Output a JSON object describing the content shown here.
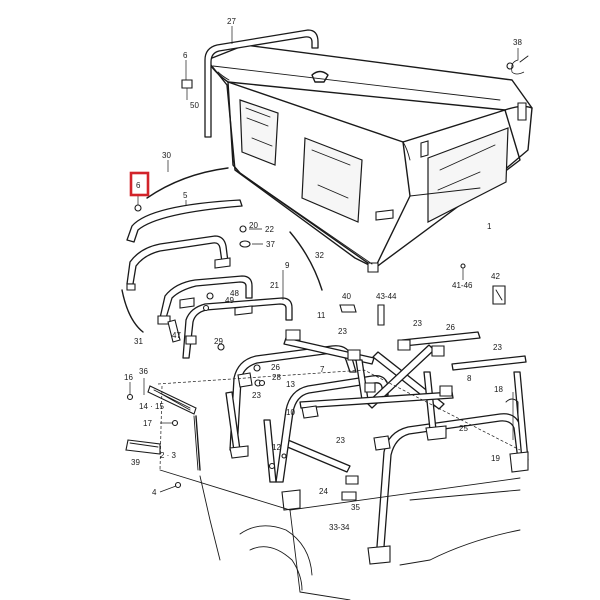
{
  "accent": "#d2232a",
  "highlight_ref": "6",
  "callouts": [
    {
      "id": "c27",
      "text": "27"
    },
    {
      "id": "c38",
      "text": "38"
    },
    {
      "id": "c6a",
      "text": "6"
    },
    {
      "id": "c50",
      "text": "50"
    },
    {
      "id": "c30",
      "text": "30"
    },
    {
      "id": "c6b",
      "text": "6"
    },
    {
      "id": "c5",
      "text": "5"
    },
    {
      "id": "c1",
      "text": "1"
    },
    {
      "id": "c20",
      "text": "20"
    },
    {
      "id": "c22",
      "text": "22"
    },
    {
      "id": "c37",
      "text": "37"
    },
    {
      "id": "c32",
      "text": "32"
    },
    {
      "id": "c9",
      "text": "9"
    },
    {
      "id": "c21",
      "text": "21"
    },
    {
      "id": "c48",
      "text": "48"
    },
    {
      "id": "c49",
      "text": "49"
    },
    {
      "id": "c47",
      "text": "47"
    },
    {
      "id": "c40",
      "text": "40"
    },
    {
      "id": "c43",
      "text": "43-44"
    },
    {
      "id": "c41",
      "text": "41-46"
    },
    {
      "id": "c42",
      "text": "42"
    },
    {
      "id": "c31",
      "text": "31"
    },
    {
      "id": "c11",
      "text": "11"
    },
    {
      "id": "c23a",
      "text": "23"
    },
    {
      "id": "c23b",
      "text": "23"
    },
    {
      "id": "c26a",
      "text": "26"
    },
    {
      "id": "c23c",
      "text": "23"
    },
    {
      "id": "c29",
      "text": "29"
    },
    {
      "id": "c16",
      "text": "16"
    },
    {
      "id": "c36",
      "text": "36"
    },
    {
      "id": "c26b",
      "text": "26"
    },
    {
      "id": "c28",
      "text": "28"
    },
    {
      "id": "c13",
      "text": "13"
    },
    {
      "id": "c7",
      "text": "7"
    },
    {
      "id": "c8",
      "text": "8"
    },
    {
      "id": "c14",
      "text": "14 · 15"
    },
    {
      "id": "c23d",
      "text": "23"
    },
    {
      "id": "c18",
      "text": "18"
    },
    {
      "id": "c10",
      "text": "10"
    },
    {
      "id": "c17",
      "text": "17"
    },
    {
      "id": "c25",
      "text": "25"
    },
    {
      "id": "c39",
      "text": "39"
    },
    {
      "id": "c23",
      "text": "2 · 3"
    },
    {
      "id": "c12",
      "text": "12"
    },
    {
      "id": "c23e",
      "text": "23"
    },
    {
      "id": "c19",
      "text": "19"
    },
    {
      "id": "c4",
      "text": "4"
    },
    {
      "id": "c24",
      "text": "24"
    },
    {
      "id": "c35",
      "text": "35"
    },
    {
      "id": "c33",
      "text": "33-34"
    }
  ]
}
